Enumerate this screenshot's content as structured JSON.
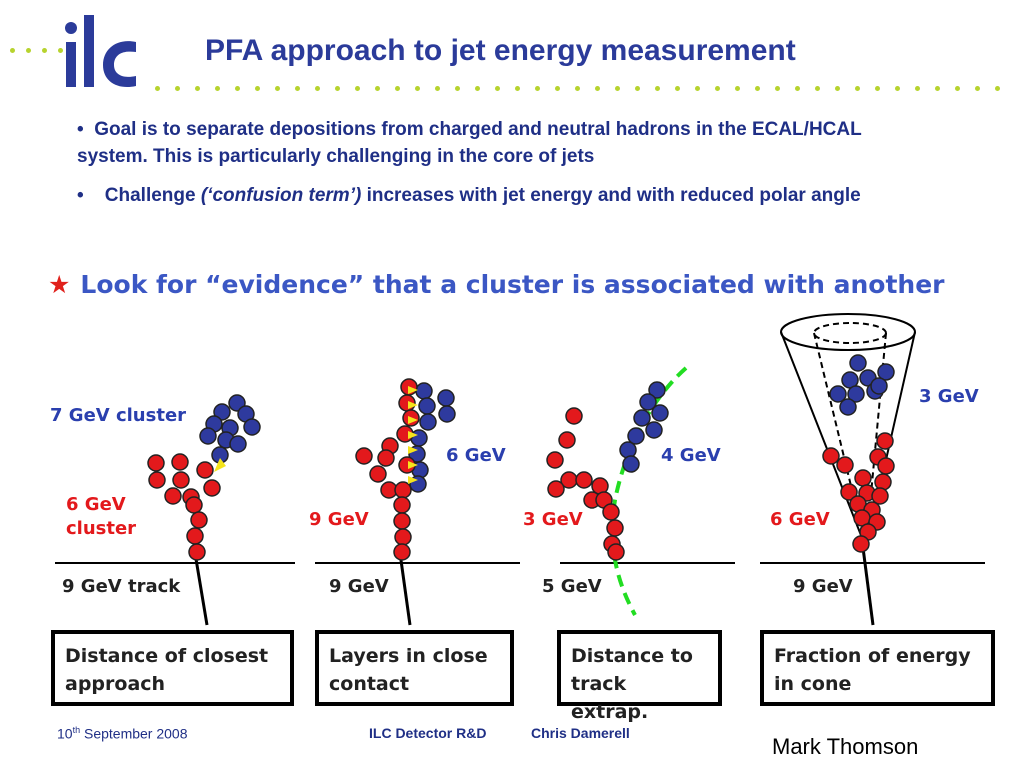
{
  "header": {
    "logo_text": "ilc",
    "title": "PFA approach to jet energy measurement",
    "accent_color": "#b7d32e",
    "title_color": "#2b3b9a"
  },
  "bullets": {
    "b1_text": "Goal is to separate depositions from charged and neutral hadrons in the ECAL/HCAL system.  This is particularly challenging in the core of jets",
    "b2_pre": "Challenge ",
    "b2_italic": "(‘confusion term’)",
    "b2_post": " increases with jet energy and with reduced polar angle"
  },
  "lookfor": "Look for “evidence” that a cluster is associated with another",
  "panels": [
    {
      "blue_label_a": "7 GeV cluster",
      "red_label_a": "6 GeV",
      "red_label_b": "cluster",
      "track_label": "9 GeV track",
      "box_line1": "Distance of closest",
      "box_line2": "approach"
    },
    {
      "blue_label": "6 GeV",
      "red_label": "9 GeV",
      "track_label": "9 GeV",
      "box_line1": "Layers in close",
      "box_line2": "contact"
    },
    {
      "blue_label": "4 GeV",
      "red_label": "3 GeV",
      "track_label": "5 GeV",
      "box_line1": "Distance to",
      "box_line2": "track extrap."
    },
    {
      "blue_label": "3 GeV",
      "red_label": "6 GeV",
      "track_label": "9 GeV",
      "box_line1": "Fraction of energy",
      "box_line2": "in cone"
    }
  ],
  "footer": {
    "date_day": "10",
    "date_sup": "th",
    "date_rest": " September 2008",
    "event": "ILC Detector R&D",
    "presenter": "Chris Damerell"
  },
  "credit": "Mark Thomson",
  "colors": {
    "red_hit": "#e3191c",
    "blue_hit": "#2e3a9e",
    "green_track": "#22dd22"
  }
}
